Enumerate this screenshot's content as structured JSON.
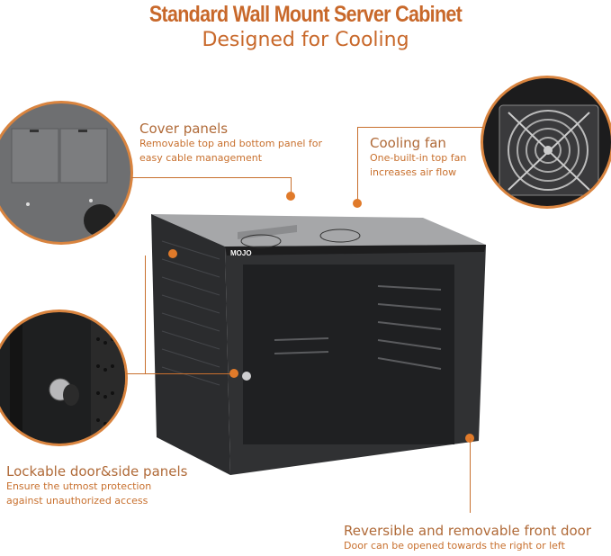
{
  "header": {
    "title": "Standard Wall Mount Server Cabinet",
    "subtitle": "Designed for Cooling"
  },
  "features": [
    {
      "title": "Cover panels",
      "description_lines": [
        "Removable top and bottom panel for",
        "easy cable management"
      ],
      "icon": "cover-panels-closeup"
    },
    {
      "title": "Cooling fan",
      "description_lines": [
        "One-built-in top fan",
        "increases air flow"
      ],
      "icon": "cooling-fan-closeup"
    },
    {
      "title": "Lockable door&side panels",
      "description_lines": [
        "Ensure the utmost protection",
        "against unauthorized access"
      ],
      "icon": "lock-closeup"
    },
    {
      "title": "Reversible and removable front door",
      "description_lines": [
        "Door can be opened towards the right or left"
      ],
      "icon": "front-door"
    }
  ],
  "product": {
    "brand_label": "MOJO"
  },
  "colors": {
    "accent": "#c8682a",
    "callout": "#e07a2a",
    "cabinet": "#2e2f31"
  }
}
